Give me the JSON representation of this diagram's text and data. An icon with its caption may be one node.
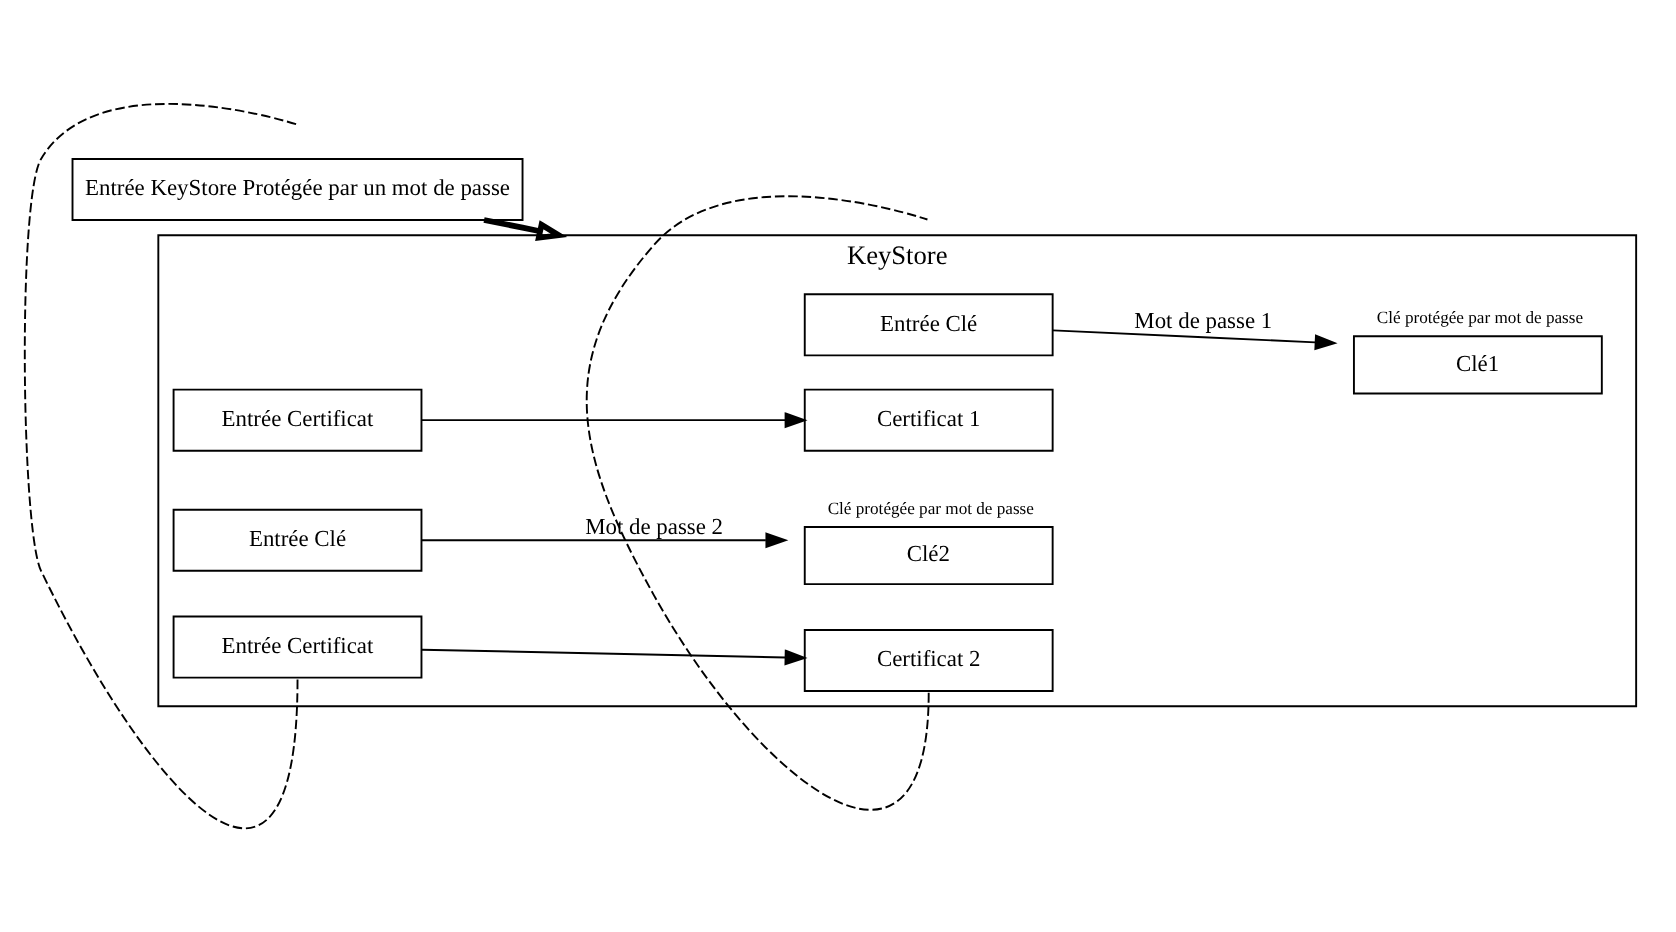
{
  "diagram": {
    "nodes": [
      {
        "text": [
          "Entrée KeyStore Protégée par un mot de passe"
        ]
      },
      {
        "text": [
          "KeyStore"
        ]
      },
      {
        "text": [
          "Entrée Clé"
        ],
        "in": 1
      },
      {
        "text": [
          "Clé1"
        ],
        "in": 1,
        "beside": [
          "Clé protégée par mot de passe"
        ]
      },
      {
        "text": [
          "Entrée Certificat"
        ],
        "in": 1
      },
      {
        "text": [
          "Certificat 1"
        ],
        "in": 1
      },
      {
        "text": [
          "Entrée Clé"
        ],
        "in": 1
      },
      {
        "text": [
          "Clé2"
        ],
        "in": 1,
        "beside": [
          "Clé protégée par mot de passe"
        ]
      },
      {
        "text": [
          "Entrée Certificat"
        ],
        "in": 1
      },
      {
        "text": [
          "Certificat 2"
        ],
        "in": 1
      }
    ],
    "edges": [
      {
        "from": 0,
        "to": 1,
        "arrow": "to",
        "style": "thick"
      },
      {
        "from": 2,
        "to": 3,
        "arrow": "to",
        "label": "Mot de passe 1"
      },
      {
        "from": 4,
        "to": 5,
        "arrow": "to"
      },
      {
        "from": 6,
        "to": 7,
        "arrow": "to",
        "label": "Mot de passe 2"
      },
      {
        "from": 8,
        "to": 9,
        "arrow": "to"
      },
      {
        "from": 8,
        "to": null,
        "arrow": "none",
        "style": "dashed"
      },
      {
        "from": 9,
        "to": null,
        "arrow": "none",
        "style": "dashed"
      }
    ]
  }
}
